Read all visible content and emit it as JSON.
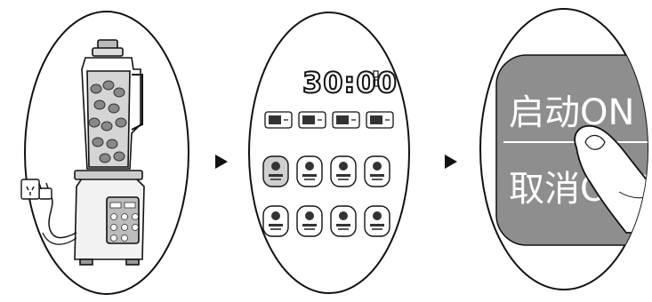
{
  "step1": {
    "icons": [
      "blender-icon",
      "power-plug-icon",
      "wall-socket-icon"
    ]
  },
  "step2": {
    "display": {
      "time": "30:00"
    },
    "keys": [
      "key-1",
      "key-2",
      "key-3",
      "key-4"
    ],
    "programs": [
      "program-1",
      "program-2",
      "program-3",
      "program-4",
      "program-5",
      "program-6",
      "program-7",
      "program-8"
    ]
  },
  "step3": {
    "on_label": "启动ON",
    "cancel_label": "取消OFF"
  },
  "colors": {
    "line": "#111111",
    "panel_gray": "#9a9a9a",
    "button_gray": "#6e6e6e",
    "light_gray": "#e3e3e3",
    "white": "#ffffff"
  }
}
